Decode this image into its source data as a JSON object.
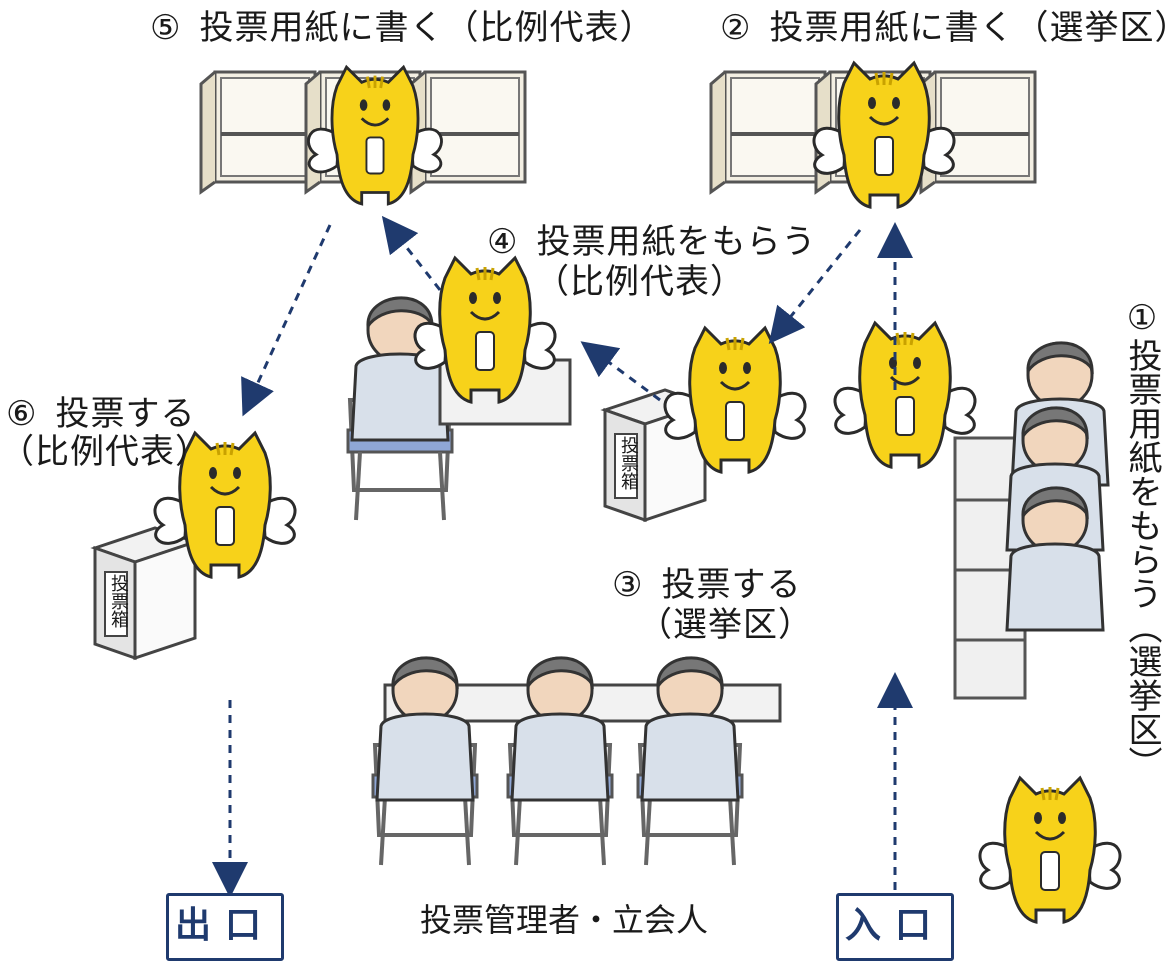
{
  "colors": {
    "mascot": "#f7d21a",
    "mascot_outline": "#2b2b2b",
    "arrow": "#1f3a6e",
    "booth": "#efe8d6",
    "box_outline": "#1f3a6e"
  },
  "steps": {
    "s1": {
      "num": "①",
      "text": "投票用紙をもらう",
      "paren_open": "（",
      "sub": "選挙区",
      "paren_close": "）"
    },
    "s2": {
      "num": "②",
      "text": "投票用紙に書く（選挙区）"
    },
    "s3": {
      "num": "③",
      "text": "投票する",
      "sub": "（選挙区）"
    },
    "s4": {
      "num": "④",
      "text": "投票用紙をもらう",
      "sub": "（比例代表）"
    },
    "s5": {
      "num": "⑤",
      "text": "投票用紙に書く（比例代表）"
    },
    "s6": {
      "num": "⑥",
      "text": "投票する",
      "sub": "（比例代表）"
    }
  },
  "ballot_box_label": "投票箱",
  "exit_label": "出口",
  "entrance_label": "入口",
  "staff_caption": "投票管理者・立会人"
}
